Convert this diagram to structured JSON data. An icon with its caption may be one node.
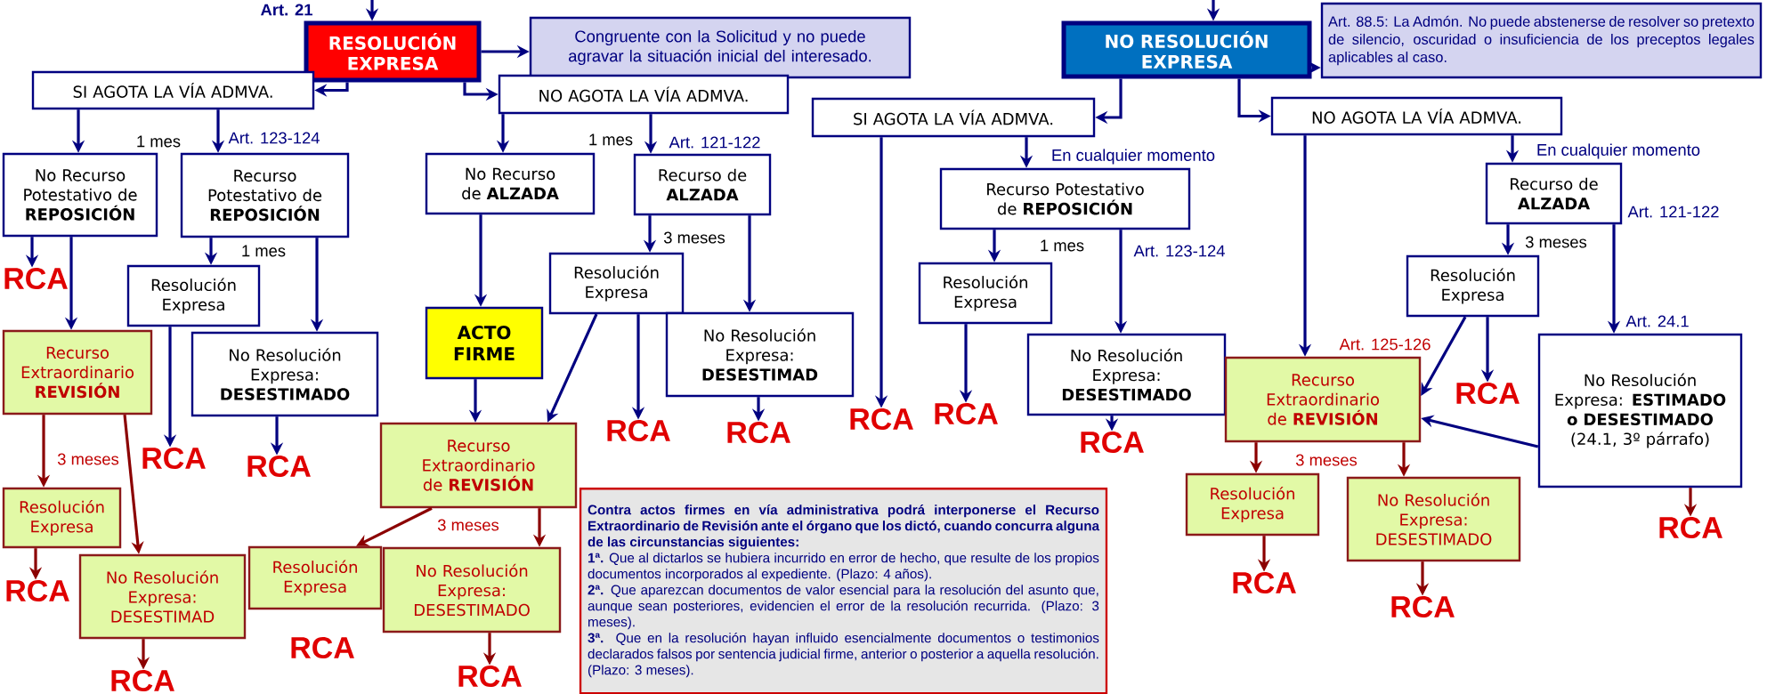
{
  "diagram": {
    "nodes": [
      {
        "text": [
          "RESOLUCIÓN EXPRESA"
        ]
      },
      {
        "text": [
          "Congruente con la Solicitud y no puede agravar la situación inicial del interesado."
        ]
      },
      {
        "text": [
          "NO RESOLUCIÓN EXPRESA"
        ]
      },
      {
        "text": [
          "Art. 88.5: La Admón. No puede abstenerse de resolver so pretexto de silencio, oscuridad o insuficiencia de los preceptos legales aplicables al caso."
        ]
      },
      {
        "text": [
          "SI AGOTA LA VÍA ADMVA."
        ]
      },
      {
        "text": [
          "NO AGOTA LA VÍA ADMVA."
        ]
      },
      {
        "text": [
          "SI AGOTA LA VÍA ADMVA."
        ]
      },
      {
        "text": [
          "NO AGOTA LA VÍA ADMVA."
        ]
      },
      {
        "text": [
          "No Recurso Potestativo de **REPOSICIÓN**"
        ]
      },
      {
        "text": [
          "Recurso Potestativo de **REPOSICIÓN**"
        ]
      },
      {
        "text": [
          "No Recurso de **ALZADA**"
        ]
      },
      {
        "text": [
          "Recurso de **ALZADA**"
        ]
      },
      {
        "text": [
          "Recurso Potestativo de **REPOSICIÓN**"
        ]
      },
      {
        "text": [
          "Recurso de **ALZADA**"
        ]
      },
      {
        "text": [
          "Resolución Expresa"
        ]
      },
      {
        "text": [
          "Resolución Expresa"
        ]
      },
      {
        "text": [
          "Resolución Expresa"
        ]
      },
      {
        "text": [
          "Resolución Expresa"
        ]
      },
      {
        "text": [
          "ACTO FIRME"
        ]
      },
      {
        "text": [
          "No Resolución Expresa: **DESESTIMADO**"
        ]
      },
      {
        "text": [
          "No Resolución Expresa: **DESESTIMAD**"
        ]
      },
      {
        "text": [
          "No Resolución Expresa: **DESESTIMADO**"
        ]
      },
      {
        "text": [
          "No Resolución Expresa: **ESTIMADO o DESESTIMADO** (24.1, 3º párrafo)"
        ]
      },
      {
        "text": [
          "Recurso Extraordinario **REVISIÓN**"
        ]
      },
      {
        "text": [
          "Recurso Extraordinario de **REVISIÓN**"
        ]
      },
      {
        "text": [
          "Recurso Extraordinario de **REVISIÓN**"
        ]
      },
      {
        "text": [
          "Resolución Expresa"
        ]
      },
      {
        "text": [
          "No Resolución Expresa: DESESTIMAD"
        ]
      },
      {
        "text": [
          "Resolución Expresa"
        ]
      },
      {
        "text": [
          "No Resolución Expresa: DESESTIMADO"
        ]
      },
      {
        "text": [
          "Resolución Expresa"
        ]
      },
      {
        "text": [
          "No Resolución Expresa: DESESTIMADO"
        ]
      },
      {
        "text": [
          "Contra actos firmes en vía administrativa podrá interponerse el Recurso Extraordinario de Revisión ante el órgano que los dictó, cuando concurra alguna de las circunstancias siguientes:",
          "**1ª.** Que al dictarlos se hubiera incurrido en error de hecho, que resulte de los propios documentos incorporados al expediente. (Plazo: 4 años).",
          "**2ª.** Que aparezcan documentos de valor esencial para la resolución del asunto que, aunque sean posteriores, evidencien el error de la resolución recurrida. (Plazo: 3 meses).",
          "**3ª.** Que en la resolución hayan influido esencialmente documentos o testimonios declarados falsos por sentencia judicial firme, anterior o posterior a aquella resolución. (Plazo: 3 meses)."
        ]
      },
      {
        "text": [
          "RCA"
        ]
      },
      {
        "text": [
          "RCA"
        ]
      },
      {
        "text": [
          "RCA"
        ]
      },
      {
        "text": [
          "RCA"
        ]
      },
      {
        "text": [
          "RCA"
        ]
      },
      {
        "text": [
          "RCA"
        ]
      },
      {
        "text": [
          "RCA"
        ]
      },
      {
        "text": [
          "RCA"
        ]
      },
      {
        "text": [
          "RCA"
        ]
      },
      {
        "text": [
          "RCA"
        ]
      },
      {
        "text": [
          "RCA"
        ]
      },
      {
        "text": [
          "RCA"
        ]
      },
      {
        "text": [
          "RCA"
        ]
      },
      {
        "text": [
          "RCA"
        ]
      },
      {
        "text": [
          "RCA"
        ]
      },
      {
        "text": [
          "RCA"
        ]
      }
    ],
    "edges": [
      {
        "from": null,
        "to": 0,
        "arrow": "to"
      },
      {
        "from": 0,
        "to": 1,
        "arrow": "to"
      },
      {
        "from": null,
        "to": 2,
        "arrow": "to"
      },
      {
        "from": 2,
        "to": 3,
        "arrow": "to"
      },
      {
        "from": 0,
        "to": 4,
        "arrow": "to"
      },
      {
        "from": 0,
        "to": 5,
        "arrow": "to"
      },
      {
        "from": 2,
        "to": 6,
        "arrow": "to"
      },
      {
        "from": 2,
        "to": 7,
        "arrow": "to"
      },
      {
        "from": 4,
        "to": 8,
        "arrow": "to"
      },
      {
        "from": 4,
        "to": 9,
        "arrow": "to"
      },
      {
        "from": 8,
        "to": 33,
        "arrow": "to"
      },
      {
        "from": 8,
        "to": 23,
        "arrow": "to"
      },
      {
        "from": 9,
        "to": 14,
        "arrow": "to"
      },
      {
        "from": 9,
        "to": 19,
        "arrow": "to"
      },
      {
        "from": 14,
        "to": 36,
        "arrow": "to"
      },
      {
        "from": 19,
        "to": 37,
        "arrow": "to"
      },
      {
        "from": 23,
        "to": 26,
        "arrow": "to",
        "color": "#8b0000"
      },
      {
        "from": 23,
        "to": 27,
        "arrow": "to",
        "color": "#8b0000"
      },
      {
        "from": 26,
        "to": 34,
        "arrow": "to",
        "color": "#8b0000"
      },
      {
        "from": 27,
        "to": 35,
        "arrow": "to",
        "color": "#8b0000"
      },
      {
        "from": 5,
        "to": 10,
        "arrow": "to"
      },
      {
        "from": 5,
        "to": 11,
        "arrow": "to"
      },
      {
        "from": 10,
        "to": 18,
        "arrow": "to"
      },
      {
        "from": 11,
        "to": 15,
        "arrow": "to"
      },
      {
        "from": 11,
        "to": 20,
        "arrow": "to"
      },
      {
        "from": 15,
        "to": 40,
        "arrow": "to"
      },
      {
        "from": 15,
        "to": 24,
        "arrow": "to"
      },
      {
        "from": 18,
        "to": 24,
        "arrow": "to"
      },
      {
        "from": 20,
        "to": 41,
        "arrow": "to"
      },
      {
        "from": 24,
        "to": 28,
        "arrow": "to",
        "color": "#8b0000"
      },
      {
        "from": 24,
        "to": 29,
        "arrow": "to",
        "color": "#8b0000"
      },
      {
        "from": 29,
        "to": 39,
        "arrow": "to",
        "color": "#8b0000"
      },
      {
        "from": 6,
        "to": 42,
        "arrow": "to"
      },
      {
        "from": 6,
        "to": 12,
        "arrow": "to"
      },
      {
        "from": 12,
        "to": 16,
        "arrow": "to"
      },
      {
        "from": 12,
        "to": 21,
        "arrow": "to"
      },
      {
        "from": 16,
        "to": 43,
        "arrow": "to"
      },
      {
        "from": 21,
        "to": 44,
        "arrow": "to"
      },
      {
        "from": 7,
        "to": 25,
        "arrow": "to"
      },
      {
        "from": 7,
        "to": 13,
        "arrow": "to"
      },
      {
        "from": 13,
        "to": 17,
        "arrow": "to"
      },
      {
        "from": 13,
        "to": 22,
        "arrow": "to"
      },
      {
        "from": 17,
        "to": 47,
        "arrow": "to"
      },
      {
        "from": 17,
        "to": 25,
        "arrow": "to"
      },
      {
        "from": 22,
        "to": 25,
        "arrow": "to"
      },
      {
        "from": 22,
        "to": 48,
        "arrow": "to",
        "color": "#8b0000"
      },
      {
        "from": 25,
        "to": 30,
        "arrow": "to",
        "color": "#8b0000"
      },
      {
        "from": 25,
        "to": 31,
        "arrow": "to",
        "color": "#8b0000"
      },
      {
        "from": 30,
        "to": 45,
        "arrow": "to",
        "color": "#8b0000"
      },
      {
        "from": 31,
        "to": 46,
        "arrow": "to",
        "color": "#8b0000"
      }
    ],
    "labels": [
      "Art. 21",
      "1 mes",
      "Art. 123-124",
      "1 mes",
      "3 meses",
      "1 mes",
      "Art. 121-122",
      "3 meses",
      "3 meses",
      "En cualquier momento",
      "1 mes",
      "Art. 123-124",
      "En cualquier momento",
      "Art. 121-122",
      "3 meses",
      "Art. 24.1",
      "Art. 125-126",
      "3 meses"
    ]
  }
}
